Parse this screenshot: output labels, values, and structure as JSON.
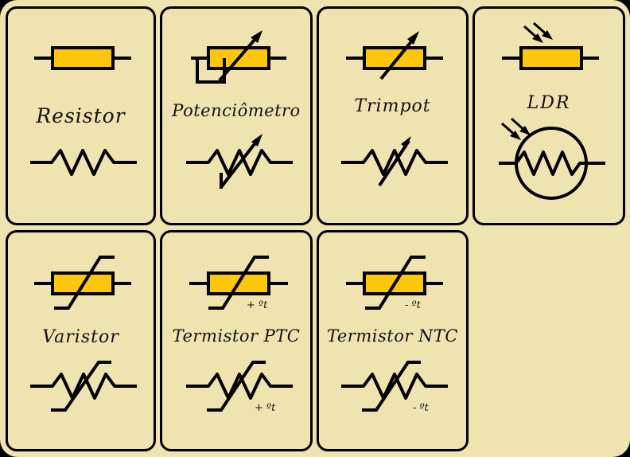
{
  "colors": {
    "resistor_body": "#fcc60d",
    "background": "#efe3b0",
    "line": "#000000"
  },
  "components": [
    {
      "label": "Resistor",
      "type": "resistor"
    },
    {
      "label": "Potenciômetro",
      "type": "potentiometer"
    },
    {
      "label": "Trimpot",
      "type": "trimpot"
    },
    {
      "label": "LDR",
      "type": "ldr"
    },
    {
      "label": "Varistor",
      "type": "varistor"
    },
    {
      "label": "Termistor PTC",
      "type": "ptc",
      "temp_label": "+ ºt"
    },
    {
      "label": "Termistor NTC",
      "type": "ntc",
      "temp_label": "- ºt"
    }
  ]
}
